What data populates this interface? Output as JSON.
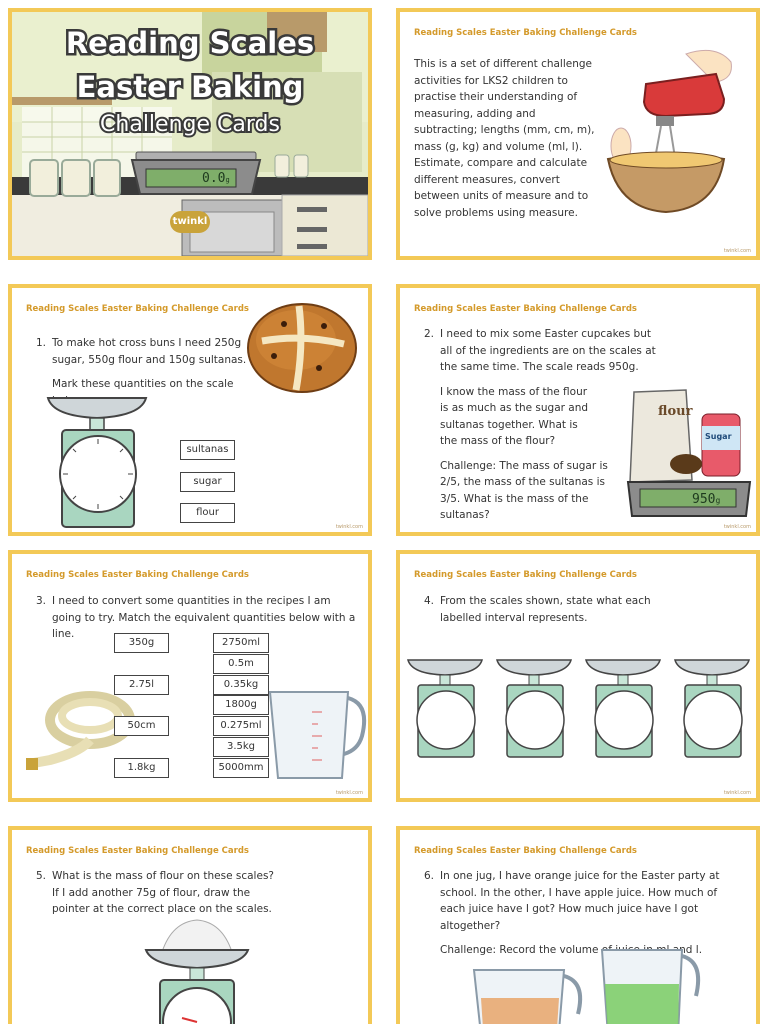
{
  "cover": {
    "title_line1": "Reading Scales",
    "title_line2": "Easter Baking",
    "subtitle": "Challenge Cards",
    "scale_display": "0.0",
    "scale_unit": "g",
    "logo": "twinkl"
  },
  "intro": {
    "header": "Reading Scales Easter Baking Challenge Cards",
    "text": "This is a set of different challenge activities for LKS2 children to practise their understanding of measuring, adding and subtracting; lengths (mm, cm, m), mass (g, kg) and volume (ml, l). Estimate, compare and calculate different measures, convert between units of measure and to solve problems using measure.",
    "footer": "twinkl.com"
  },
  "card1": {
    "header": "Reading Scales Easter Baking Challenge Cards",
    "number": "1.",
    "question": "To make hot cross buns I need 250g sugar, 550g flour and 150g sultanas.",
    "instruction": "Mark these quantities on the scale below.",
    "labels": [
      "sultanas",
      "sugar",
      "flour"
    ],
    "footer": "twinkl.com"
  },
  "card2": {
    "header": "Reading Scales Easter Baking Challenge Cards",
    "number": "2.",
    "question": "I need to mix some Easter cupcakes but all of the ingredients are on the scales at the same time. The scale reads 950g.",
    "para2": "I know the mass of the flour is as much as the sugar and sultanas together. What is the mass of the flour?",
    "challenge": "Challenge: The mass of sugar is 2/5, the mass of the sultanas is 3/5. What is the mass of the sultanas?",
    "flour_label": "flour",
    "sugar_label": "Sugar",
    "scale_display": "950",
    "scale_unit": "g",
    "footer": "twinkl.com"
  },
  "card3": {
    "header": "Reading Scales Easter Baking Challenge Cards",
    "number": "3.",
    "question": "I need to convert some quantities in the recipes I am going to try. Match the equivalent quantities below with a line.",
    "left_boxes": [
      "350g",
      "2.75l",
      "50cm",
      "1.8kg"
    ],
    "right_boxes": [
      "2750ml",
      "0.5m",
      "0.35kg",
      "1800g",
      "0.275ml",
      "3.5kg",
      "5000mm"
    ],
    "footer": "twinkl.com"
  },
  "card4": {
    "header": "Reading Scales Easter Baking Challenge Cards",
    "number": "4.",
    "question": "From the scales shown, state what each labelled interval represents.",
    "footer": "twinkl.com"
  },
  "card5": {
    "header": "Reading Scales Easter Baking Challenge Cards",
    "number": "5.",
    "question": "What is the mass of flour on these scales? If I add another 75g of flour, draw the pointer at the correct place on the scales."
  },
  "card6": {
    "header": "Reading Scales Easter Baking Challenge Cards",
    "number": "6.",
    "question": "In one jug, I have orange juice for the Easter party at school. In the other, I have apple juice. How much of each juice have I got? How much juice have I got altogether?",
    "challenge": "Challenge: Record the volume of juice in ml and l."
  },
  "colors": {
    "border": "#f3c957",
    "header_text": "#d49a2b",
    "scale_green": "#a9d6c0",
    "orange_juice": "#e8a56a",
    "apple_juice": "#7fce6a"
  }
}
